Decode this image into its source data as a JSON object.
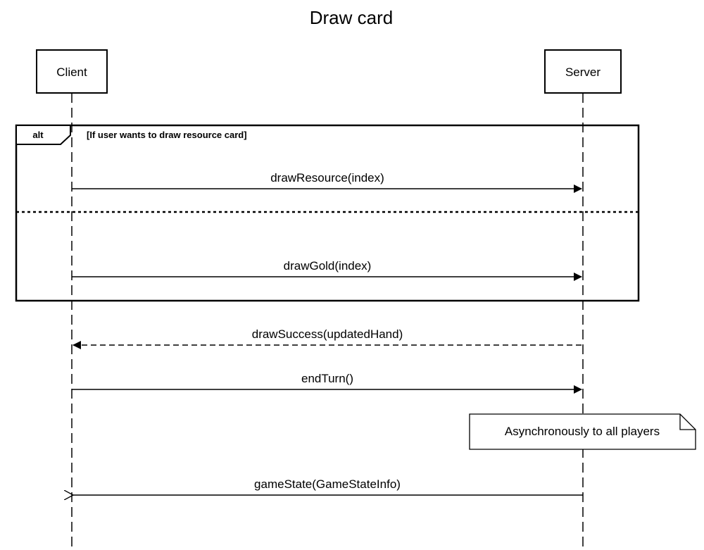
{
  "title": "Draw card",
  "actors": {
    "client": "Client",
    "server": "Server"
  },
  "fragment": {
    "operator": "alt",
    "guard": "[If user wants to draw resource card]"
  },
  "messages": {
    "draw_resource": "drawResource(index)",
    "draw_gold": "drawGold(index)",
    "draw_success": "drawSuccess(updatedHand)",
    "end_turn": "endTurn()",
    "game_state": "gameState(GameStateInfo)"
  },
  "note": "Asynchronously to all players"
}
